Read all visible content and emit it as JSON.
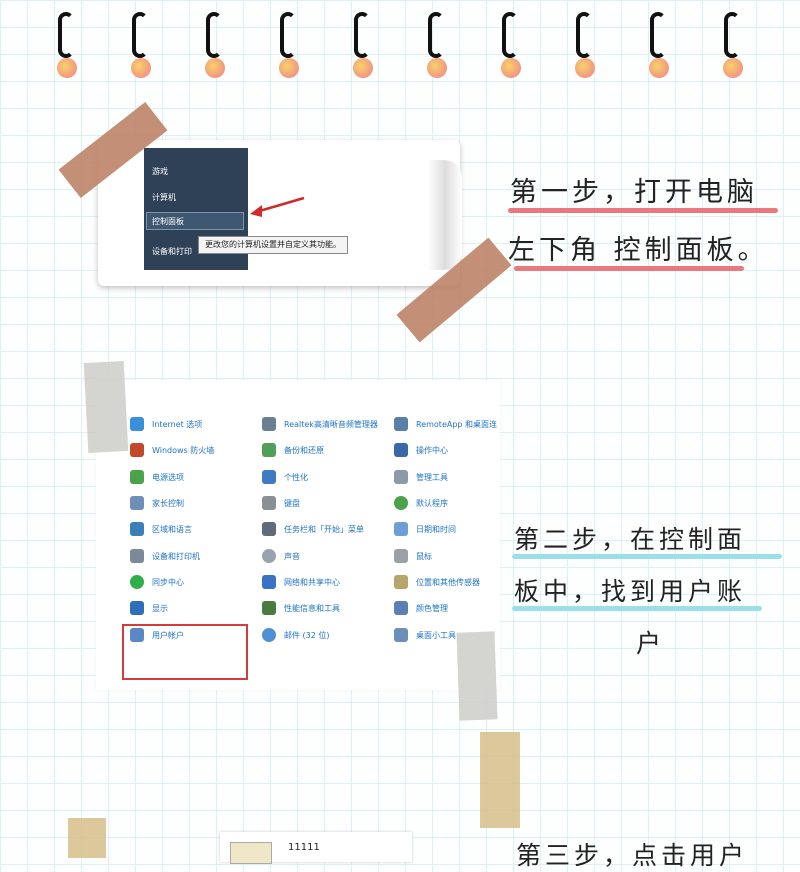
{
  "step1": {
    "text_line1": "第一步，打开电脑",
    "text_line2": "左下角 控制面板。",
    "underline_color": "#e9797f",
    "menu": {
      "items": [
        "游戏",
        "计算机",
        "控制面板",
        "设备和打印"
      ],
      "tooltip": "更改您的计算机设置并自定义其功能。"
    }
  },
  "step2": {
    "text_line1": "第二步，在控制面",
    "text_line2": "板中，找到用户账",
    "text_line3": "户",
    "underline_color": "#9be0e9",
    "control_panel": {
      "columns": [
        [
          "Internet 选项",
          "Windows 防火墙",
          "电源选项",
          "家长控制",
          "区域和语言",
          "设备和打印机",
          "同步中心",
          "显示",
          "用户帐户"
        ],
        [
          "Realtek高清晰音频管理器",
          "备份和还原",
          "个性化",
          "键盘",
          "任务栏和「开始」菜单",
          "声音",
          "网络和共享中心",
          "性能信息和工具",
          "邮件 (32 位)"
        ],
        [
          "RemoteApp 和桌面连",
          "操作中心",
          "管理工具",
          "默认程序",
          "日期和时间",
          "鼠标",
          "位置和其他传感器",
          "颜色管理",
          "桌面小工具"
        ]
      ],
      "highlighted": "用户帐户"
    }
  },
  "step3": {
    "text": "第三步，点击用户",
    "window_label": "11111"
  },
  "icons": [
    "ring-binding-icon",
    "control-panel-item-icon",
    "arrow-icon"
  ]
}
